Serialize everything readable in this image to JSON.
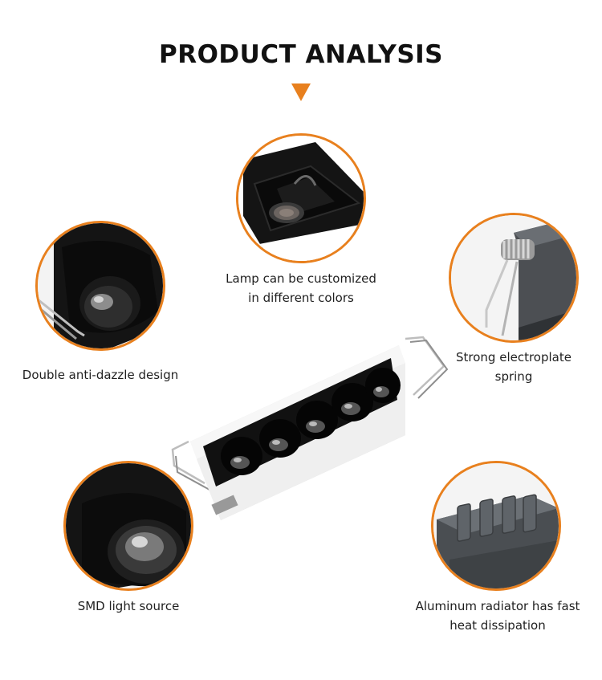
{
  "title": "PRODUCT ANALYSIS",
  "colors": {
    "accent": "#e8801e",
    "lamp_black": "#141414",
    "housing_white": "#f2f2f2",
    "radiator_gray": "#555a5f"
  },
  "features": [
    {
      "id": "lamp-colors",
      "caption_lines": [
        "Lamp can be customized",
        "in different colors"
      ],
      "icon": "lamp-closeup-icon"
    },
    {
      "id": "anti-dazzle",
      "caption_lines": [
        "Double anti-dazzle design"
      ],
      "icon": "anti-dazzle-closeup-icon"
    },
    {
      "id": "spring",
      "caption_lines": [
        "Strong electroplate",
        "spring"
      ],
      "icon": "spring-closeup-icon"
    },
    {
      "id": "smd",
      "caption_lines": [
        "SMD light source"
      ],
      "icon": "smd-closeup-icon"
    },
    {
      "id": "radiator",
      "caption_lines": [
        "Aluminum radiator has fast",
        "heat dissipation"
      ],
      "icon": "radiator-closeup-icon"
    }
  ]
}
